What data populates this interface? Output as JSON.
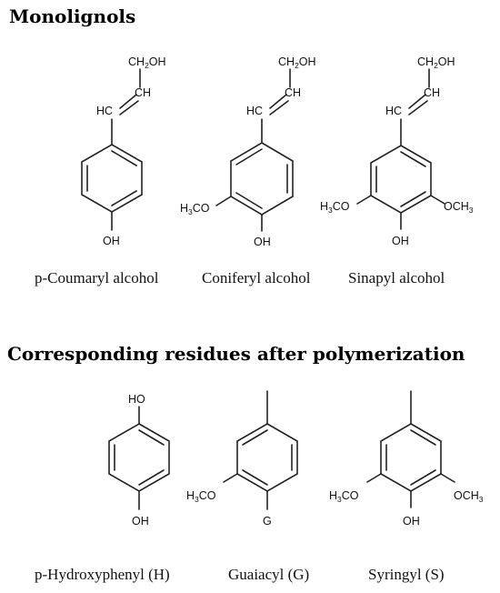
{
  "sections": {
    "monolignols_title": "Monolignols",
    "residues_title": "Corresponding residues after polymerization"
  },
  "monolignols": [
    {
      "name": "p-Coumaryl alcohol",
      "subs": [
        "OH"
      ]
    },
    {
      "name": "Coniferyl alcohol",
      "subs": [
        "OH",
        "H3CO"
      ]
    },
    {
      "name": "Sinapyl alcohol",
      "subs": [
        "OH",
        "H3CO",
        "OCH3"
      ]
    }
  ],
  "residues": [
    {
      "name": "p-Hydroxyphenyl (H)",
      "subs": [
        "HO",
        "OH"
      ]
    },
    {
      "name": "Guaiacyl (G)",
      "subs": [
        "G",
        "H3CO"
      ]
    },
    {
      "name": "Syringyl (S)",
      "subs": [
        "OH",
        "H3CO",
        "OCH3"
      ]
    }
  ],
  "chain_labels": {
    "ch2oh": "CH2OH",
    "ch": "CH",
    "hc": "HC"
  }
}
